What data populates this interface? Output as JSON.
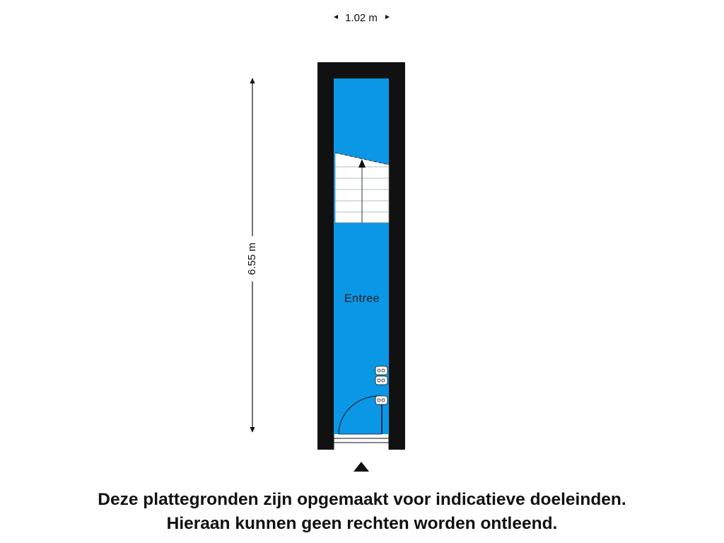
{
  "dimensions": {
    "width_label": "1.02 m",
    "height_label": "6.55 m"
  },
  "rooms": [
    {
      "label": "Entree"
    }
  ],
  "colors": {
    "room_fill": "#0a97e6",
    "wall": "#111111",
    "stairs": "#ffffff",
    "background": "#ffffff"
  },
  "icons": {
    "stairs": "stairs-up-arrow-icon",
    "entrance": "entrance-triangle-icon",
    "door": "door-swing-icon",
    "meters": "utility-meter-icon"
  },
  "disclaimer": {
    "line1": "Deze plattegronden zijn opgemaakt voor indicatieve doeleinden.",
    "line2": "Hieraan kunnen geen rechten worden ontleend."
  }
}
